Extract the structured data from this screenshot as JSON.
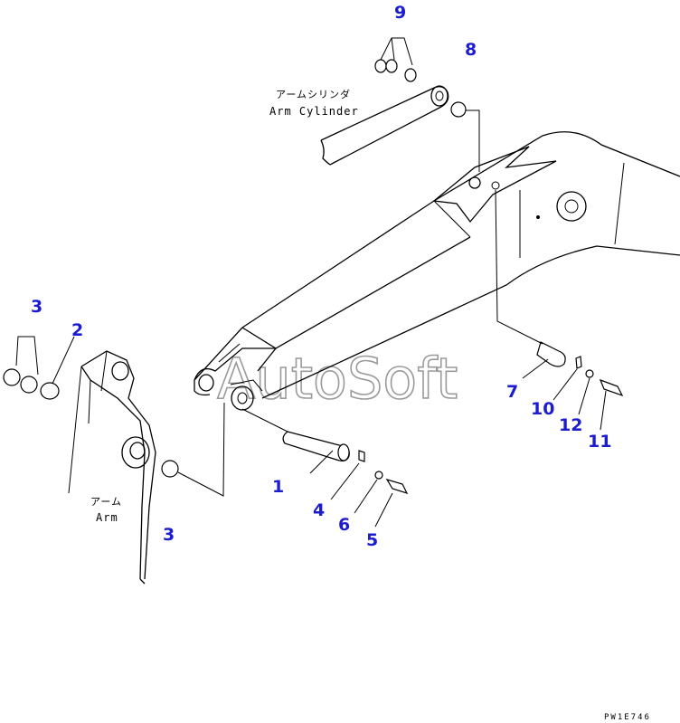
{
  "labels": {
    "arm_cylinder_jp": "アームシリンダ",
    "arm_cylinder_en": "Arm Cylinder",
    "arm_jp": "アーム",
    "arm_en": "Arm"
  },
  "callouts": {
    "c1": "1",
    "c2": "2",
    "c3a": "3",
    "c3b": "3",
    "c4": "4",
    "c5": "5",
    "c6": "6",
    "c7": "7",
    "c8": "8",
    "c9": "9",
    "c10": "10",
    "c11": "11",
    "c12": "12"
  },
  "watermark": "AutoSoft",
  "drawing_code": "PW1E746",
  "colors": {
    "callout": "#1c1cd0",
    "line": "#000000",
    "watermark": "#9a9a9a"
  }
}
